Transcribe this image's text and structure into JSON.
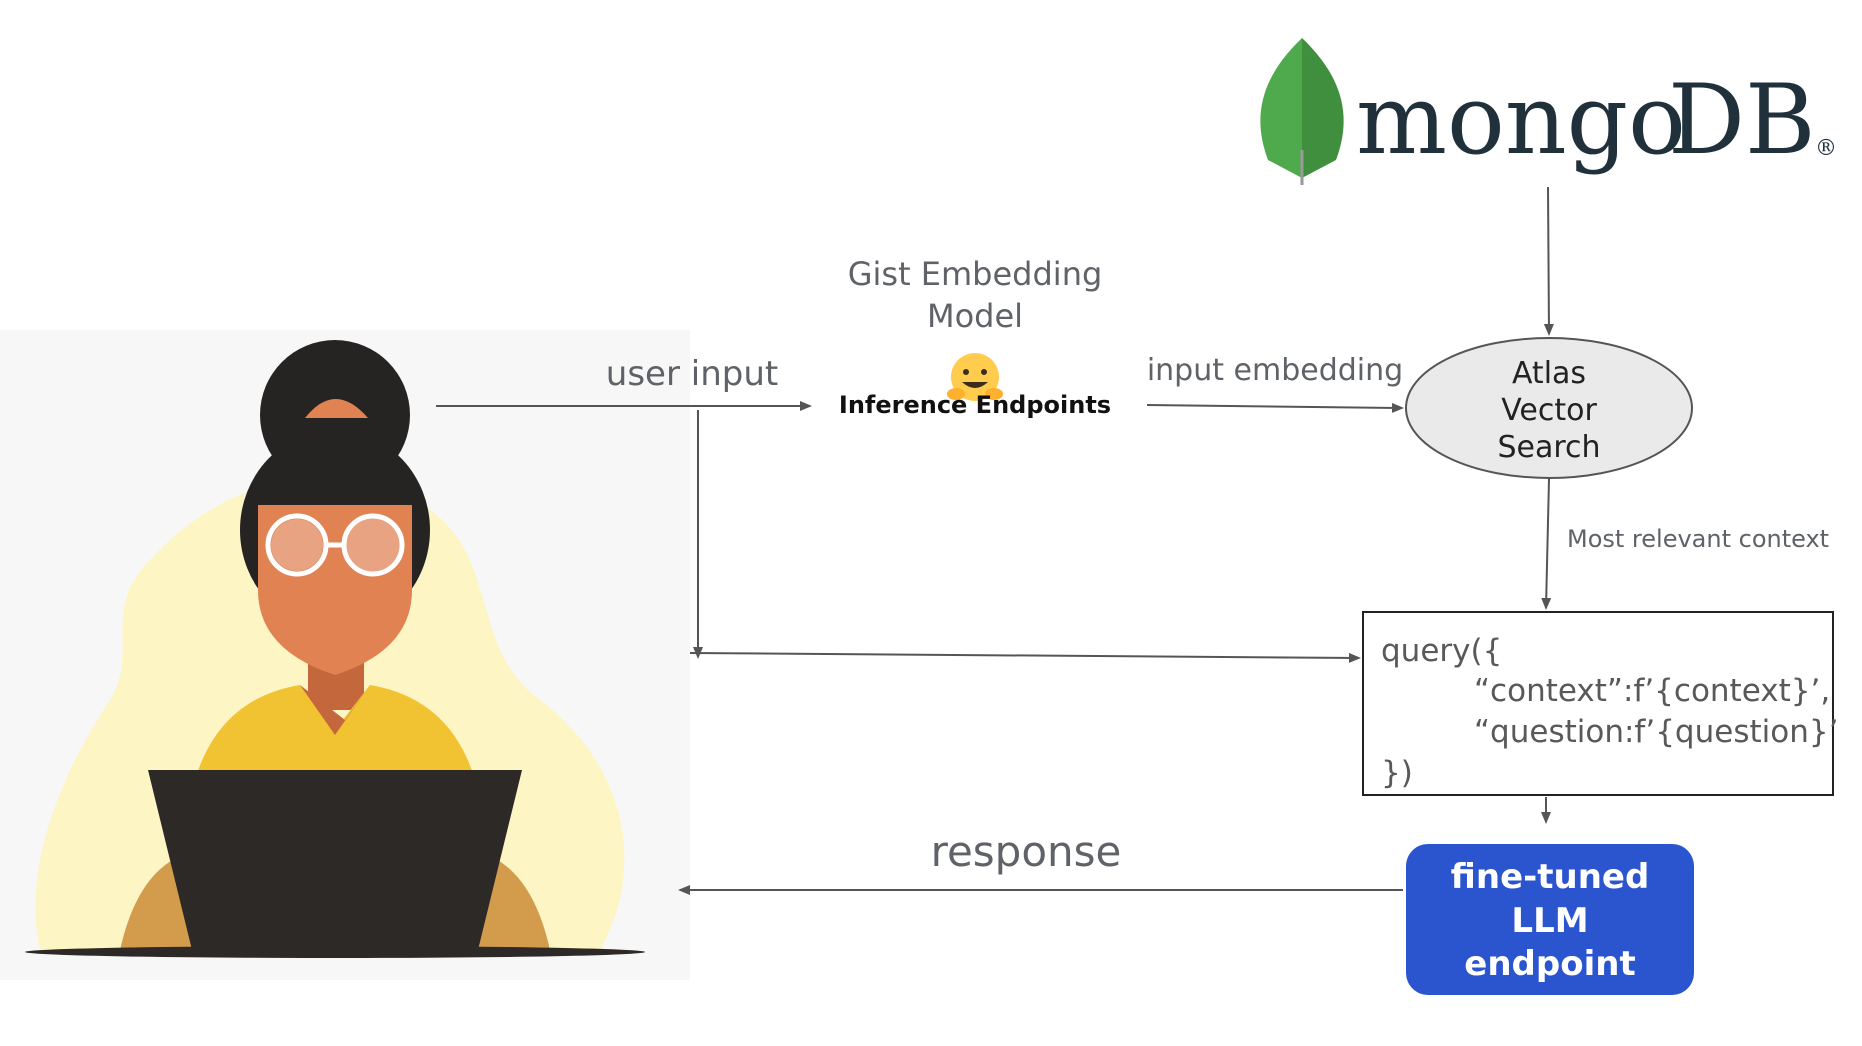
{
  "brand": {
    "logo_text_1": "mongo",
    "logo_text_2": "DB",
    "registered_mark": "®",
    "leaf_colors": [
      "#4fa94d",
      "#3f8f3f"
    ],
    "text_color": "#21313c"
  },
  "embedding_model": {
    "title_line1": "Gist Embedding",
    "title_line2": "Model",
    "service_label": "Inference Endpoints",
    "service_icon": "hugging-face-emoji-icon"
  },
  "vector_search": {
    "line1": "Atlas",
    "line2": "Vector",
    "line3": "Search"
  },
  "query_box": {
    "line1": "query({",
    "line2": "“context”:f’{context}’,",
    "line3": "“question:f’{question}’",
    "line4": "})"
  },
  "llm": {
    "line1": "fine-tuned",
    "line2": "LLM",
    "line3": "endpoint",
    "fill_color": "#2b55cf"
  },
  "edges": {
    "user_input": "user input",
    "input_embedding": "input embedding",
    "most_relevant_context": "Most relevant context",
    "response": "response"
  },
  "user": {
    "icon": "woman-at-laptop-illustration",
    "skin_color": "#e08252",
    "hair_color": "#262323",
    "shirt_color": "#f1c232",
    "laptop_color": "#2d2926",
    "glow_color": "#fdf5c4"
  }
}
